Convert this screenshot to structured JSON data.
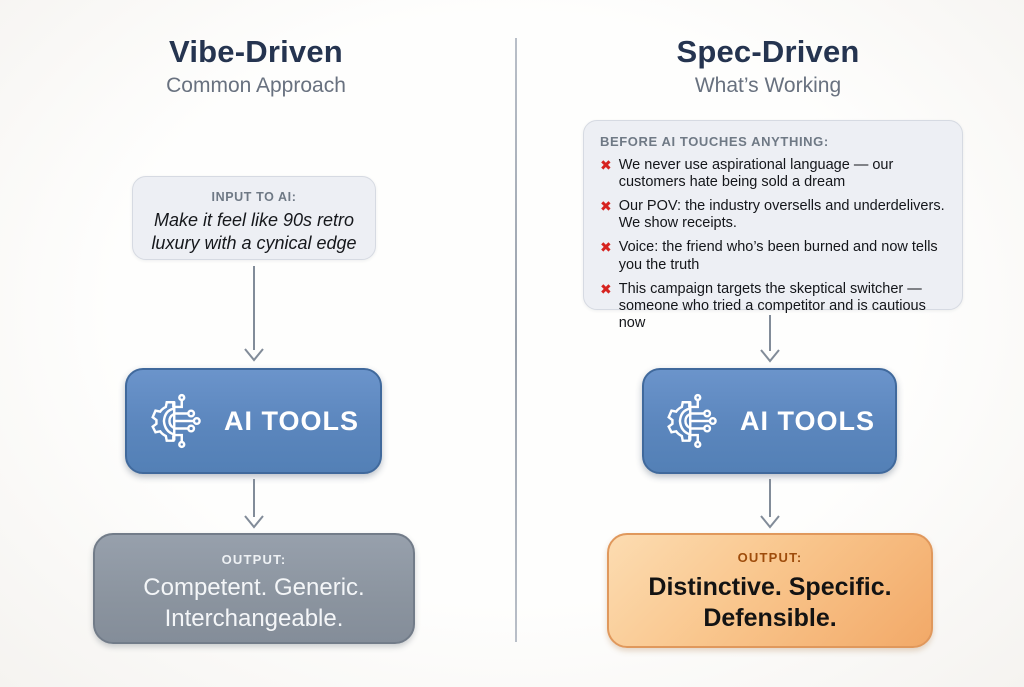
{
  "left": {
    "title": "Vibe-Driven",
    "subtitle": "Common Approach",
    "input_box": {
      "label": "INPUT TO AI:",
      "text": "Make it feel like 90s retro luxury with a cynical edge"
    },
    "ai_box": {
      "label": "AI TOOLS",
      "icon": "gear-circuit-icon"
    },
    "output_box": {
      "label": "OUTPUT:",
      "text": "Competent. Generic. Interchangeable."
    }
  },
  "right": {
    "title": "Spec-Driven",
    "subtitle": "What’s Working",
    "spec_box": {
      "label": "BEFORE AI TOUCHES ANYTHING:",
      "bullet_glyph": "✖",
      "items": [
        "We never use aspirational language — our customers hate being sold a dream",
        "Our POV: the industry oversells and underdelivers. We show receipts.",
        "Voice: the friend who’s been burned and now tells you the truth",
        "This campaign targets the skeptical switcher — someone who tried a competitor and is cautious now"
      ]
    },
    "ai_box": {
      "label": "AI TOOLS",
      "icon": "gear-circuit-icon"
    },
    "output_box": {
      "label": "OUTPUT:",
      "text": "Distinctive. Specific. Defensible."
    }
  },
  "colors": {
    "title_navy": "#253450",
    "subtitle_gray": "#68717f",
    "ai_box_blue": "#5b86bd",
    "output_gray": "#8b949f",
    "output_orange": "#f2a968",
    "output_orange_label": "#9e4c0b",
    "x_marker_red": "#d6231f",
    "light_box_bg": "#edeff4",
    "arrow_gray": "#828c99"
  }
}
